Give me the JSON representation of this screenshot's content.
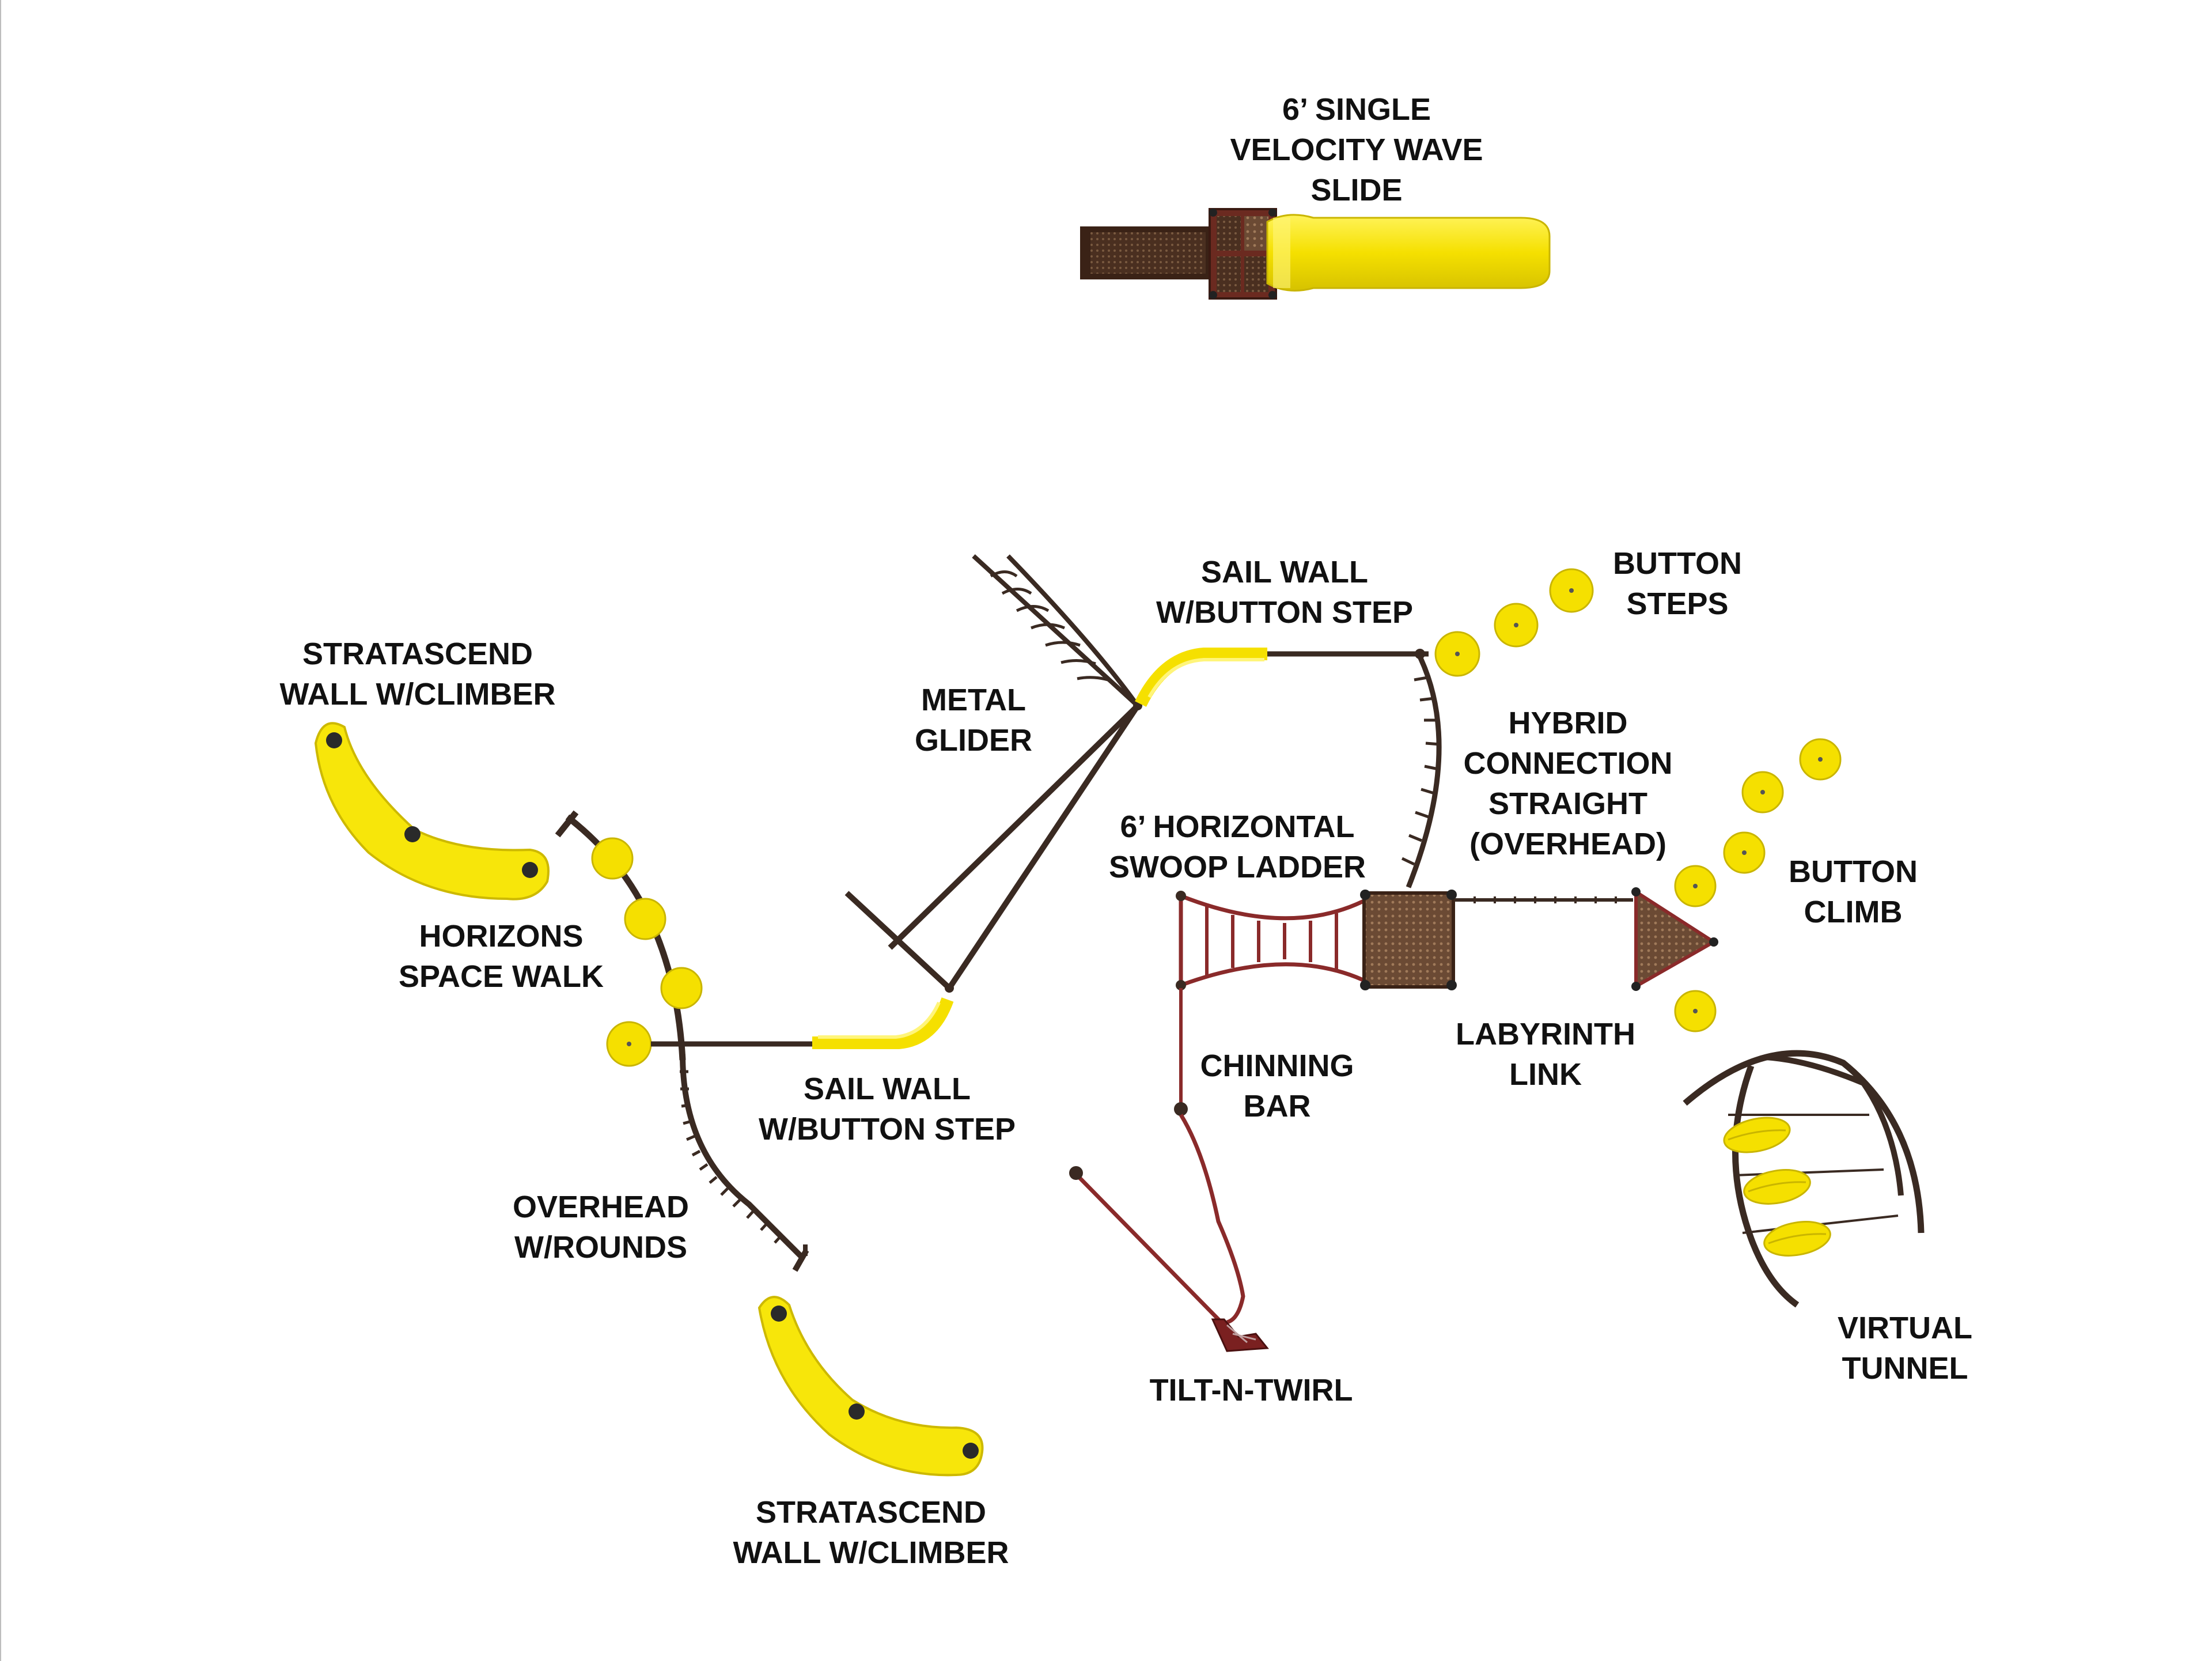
{
  "colors": {
    "yellow": "#f5e600",
    "yellow_dark": "#c9b800",
    "frame": "#3a2a22",
    "red_frame": "#8a2a2a",
    "deck": "#5a3a28",
    "label": "#111111"
  },
  "components": {
    "slide": [
      "6’ SINGLE",
      "VELOCITY WAVE",
      "SLIDE"
    ],
    "stratascend_top": [
      "STRATASCEND",
      "WALL W/CLIMBER"
    ],
    "metal_glider": [
      "METAL",
      "GLIDER"
    ],
    "sail_wall_top": [
      "SAIL WALL",
      "W/BUTTON STEP"
    ],
    "button_steps": [
      "BUTTON",
      "STEPS"
    ],
    "hybrid_connection": [
      "HYBRID",
      "CONNECTION",
      "STRAIGHT",
      "(OVERHEAD)"
    ],
    "swoop_ladder": [
      "6’ HORIZONTAL",
      "SWOOP LADDER"
    ],
    "button_climb": [
      "BUTTON",
      "CLIMB"
    ],
    "horizons_space_walk": [
      "HORIZONS",
      "SPACE WALK"
    ],
    "sail_wall_bottom": [
      "SAIL WALL",
      "W/BUTTON STEP"
    ],
    "chinning_bar": [
      "CHINNING",
      "BAR"
    ],
    "labyrinth_link": [
      "LABYRINTH",
      "LINK"
    ],
    "overhead_rounds": [
      "OVERHEAD",
      "W/ROUNDS"
    ],
    "virtual_tunnel": [
      "VIRTUAL",
      "TUNNEL"
    ],
    "tilt_n_twirl": [
      "TILT-N-TWIRL"
    ],
    "stratascend_bottom": [
      "STRATASCEND",
      "WALL W/CLIMBER"
    ]
  }
}
